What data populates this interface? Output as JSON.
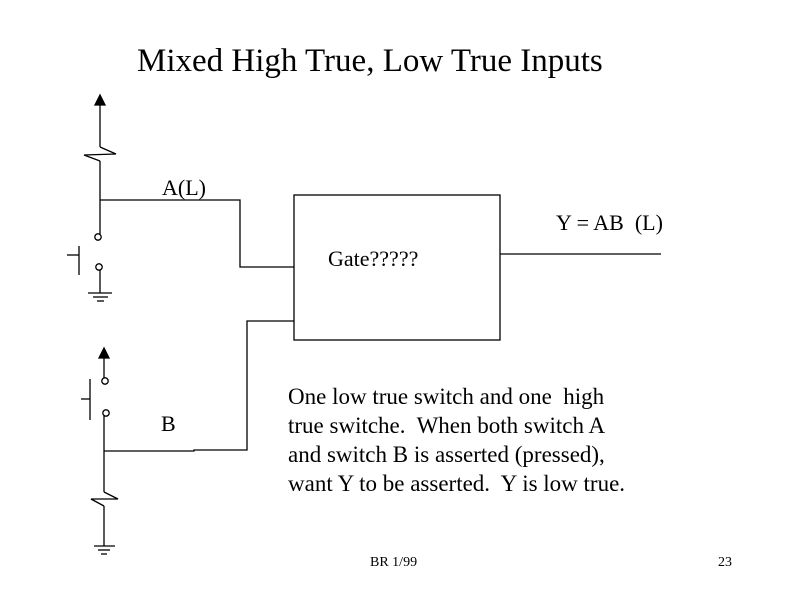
{
  "slide": {
    "title": "Mixed High True, Low True Inputs",
    "labels": {
      "input_a": "A(L)",
      "input_b": "B",
      "output": "Y = AB  (L)",
      "gate": "Gate?????"
    },
    "description_lines": [
      "One low true switch and one  high",
      "true switche.  When both switch A",
      "and switch B is asserted (pressed),",
      "want Y to be asserted.  Y is low true."
    ],
    "footer": {
      "left": "BR 1/99",
      "page_number": "23"
    },
    "colors": {
      "background": "#ffffff",
      "ink": "#000000"
    }
  }
}
